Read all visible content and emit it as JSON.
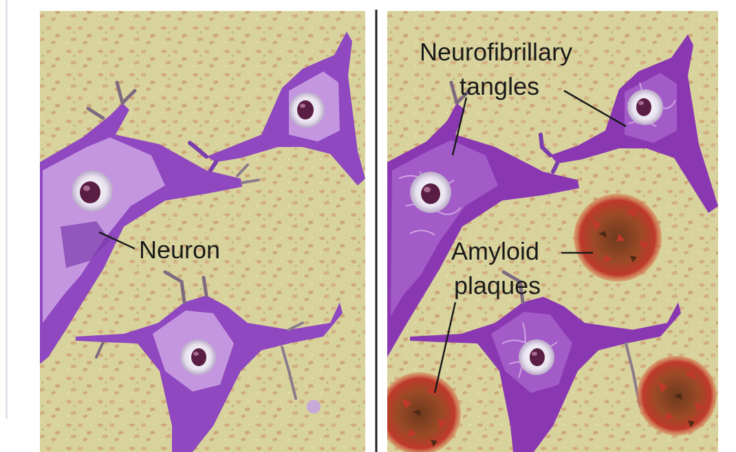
{
  "labels": {
    "neuron": "Neuron",
    "nft_line1": "Neurofibrillary",
    "nft_line2": "tangles",
    "amyloid_line1": "Amyloid",
    "amyloid_line2": "plaques"
  },
  "colors": {
    "tissue": "#d9d29a",
    "tissue_speckle": "#cf9a70",
    "neuron_body": "#9a55c8",
    "neuron_light": "#c79ae0",
    "neuron_dark": "#7b36ad",
    "tangle_body": "#8e3ab0",
    "plaque": "#8a3f22",
    "plaque_red": "#c0392b",
    "divider": "#222222"
  }
}
